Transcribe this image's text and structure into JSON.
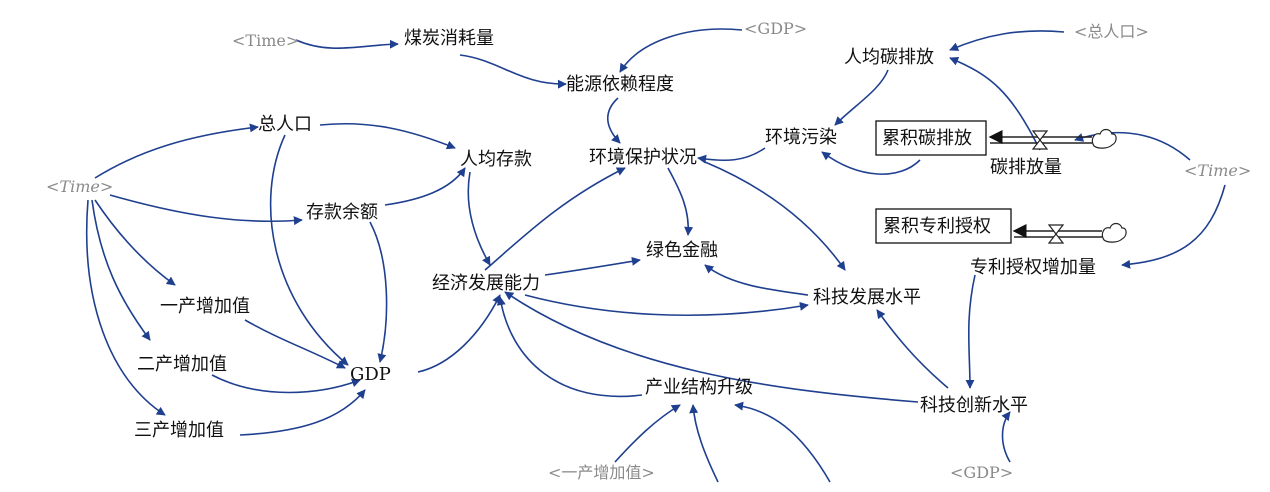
{
  "diagram": {
    "accent_color": "#1f3f8f",
    "shadow_color": "#8a8a8a",
    "variables": {
      "coal": "煤炭消耗量",
      "energy_dependence": "能源依赖程度",
      "env_protection": "环境保护状况",
      "env_pollution": "环境污染",
      "carbon_per_capita": "人均碳排放",
      "total_pop": "总人口",
      "savings_per_capita": "人均存款",
      "savings_balance": "存款余额",
      "green_finance": "绿色金融",
      "econ_capacity": "经济发展能力",
      "tech_level": "科技发展水平",
      "primary_value": "一产增加值",
      "secondary_value": "二产增加值",
      "tertiary_value": "三产增加值",
      "gdp": "GDP",
      "industry_upgrade": "产业结构升级",
      "tech_innovation": "科技创新水平",
      "emission_rate": "碳排放量",
      "patent_increase": "专利授权增加量"
    },
    "stocks": {
      "cum_carbon": "累积碳排放",
      "cum_patents": "累积专利授权"
    },
    "shadows": {
      "time_1": "<Time>",
      "gdp_1": "<GDP>",
      "total_pop": "<总人口>",
      "time_left": "<Time>",
      "time_right": "<Time>",
      "primary_value": "<一产增加值>",
      "gdp_2": "<GDP>"
    }
  }
}
